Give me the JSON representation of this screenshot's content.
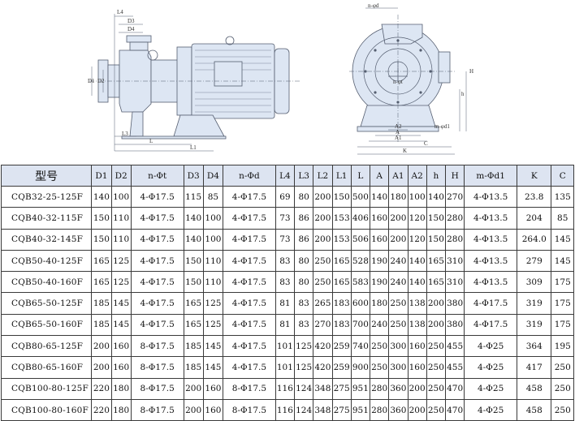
{
  "colors": {
    "pump_fill": "#dde6f3",
    "line": "#555e70",
    "header_bg": "#dde4f1",
    "border": "#3a3a3a"
  },
  "drawing": {
    "side_view_labels": [
      "L4",
      "D3",
      "D4",
      "D1",
      "D2",
      "L3",
      "L",
      "L1"
    ],
    "front_view_labels": [
      "n-φd",
      "H",
      "h",
      "A2",
      "A",
      "A1",
      "C",
      "K",
      "m-φd1",
      "n-φt"
    ]
  },
  "table": {
    "columns": [
      "型号",
      "D1",
      "D2",
      "n-Φt",
      "D3",
      "D4",
      "n-Φd",
      "L4",
      "L3",
      "L2",
      "L1",
      "L",
      "A",
      "A1",
      "A2",
      "h",
      "H",
      "m-Φd1",
      "K",
      "C"
    ],
    "rows": [
      [
        "CQB32-25-125F",
        "140",
        "100",
        "4-Φ17.5",
        "115",
        "85",
        "4-Φ17.5",
        "69",
        "80",
        "200",
        "150",
        "500",
        "140",
        "180",
        "100",
        "140",
        "270",
        "4-Φ13.5",
        "23.8",
        "135"
      ],
      [
        "CQB40-32-115F",
        "150",
        "110",
        "4-Φ17.5",
        "140",
        "100",
        "4-Φ17.5",
        "73",
        "86",
        "200",
        "153",
        "406",
        "160",
        "200",
        "120",
        "150",
        "280",
        "4-Φ13.5",
        "204",
        "85"
      ],
      [
        "CQB40-32-145F",
        "150",
        "110",
        "4-Φ17.5",
        "140",
        "100",
        "4-Φ17.5",
        "73",
        "86",
        "200",
        "153",
        "506",
        "160",
        "200",
        "120",
        "150",
        "280",
        "4-Φ13.5",
        "264.0",
        "145"
      ],
      [
        "CQB50-40-125F",
        "165",
        "125",
        "4-Φ17.5",
        "150",
        "110",
        "4-Φ17.5",
        "83",
        "80",
        "250",
        "165",
        "528",
        "190",
        "240",
        "140",
        "165",
        "310",
        "4-Φ13.5",
        "279",
        "145"
      ],
      [
        "CQB50-40-160F",
        "165",
        "125",
        "4-Φ17.5",
        "150",
        "110",
        "4-Φ17.5",
        "83",
        "80",
        "250",
        "165",
        "583",
        "190",
        "240",
        "140",
        "165",
        "310",
        "4-Φ13.5",
        "309",
        "175"
      ],
      [
        "CQB65-50-125F",
        "185",
        "145",
        "4-Φ17.5",
        "165",
        "125",
        "4-Φ17.5",
        "81",
        "83",
        "265",
        "183",
        "600",
        "180",
        "250",
        "138",
        "200",
        "380",
        "4-Φ17.5",
        "319",
        "175"
      ],
      [
        "CQB65-50-160F",
        "185",
        "145",
        "4-Φ17.5",
        "165",
        "125",
        "4-Φ17.5",
        "81",
        "83",
        "270",
        "183",
        "700",
        "240",
        "250",
        "138",
        "200",
        "380",
        "4-Φ17.5",
        "319",
        "175"
      ],
      [
        "CQB80-65-125F",
        "200",
        "160",
        "8-Φ17.5",
        "185",
        "145",
        "4-Φ17.5",
        "101",
        "125",
        "420",
        "259",
        "740",
        "250",
        "300",
        "160",
        "250",
        "455",
        "4-Φ25",
        "364",
        "195"
      ],
      [
        "CQB80-65-160F",
        "200",
        "160",
        "8-Φ17.5",
        "185",
        "145",
        "4-Φ17.5",
        "101",
        "125",
        "420",
        "259",
        "900",
        "250",
        "300",
        "160",
        "250",
        "455",
        "4-Φ25",
        "417",
        "250"
      ],
      [
        "CQB100-80-125F",
        "220",
        "180",
        "8-Φ17.5",
        "200",
        "160",
        "8-Φ17.5",
        "116",
        "124",
        "348",
        "275",
        "951",
        "280",
        "360",
        "200",
        "250",
        "470",
        "4-Φ25",
        "458",
        "250"
      ],
      [
        "CQB100-80-160F",
        "220",
        "180",
        "8-Φ17.5",
        "200",
        "160",
        "8-Φ17.5",
        "116",
        "124",
        "348",
        "275",
        "951",
        "280",
        "360",
        "200",
        "250",
        "470",
        "4-Φ25",
        "458",
        "250"
      ]
    ]
  }
}
